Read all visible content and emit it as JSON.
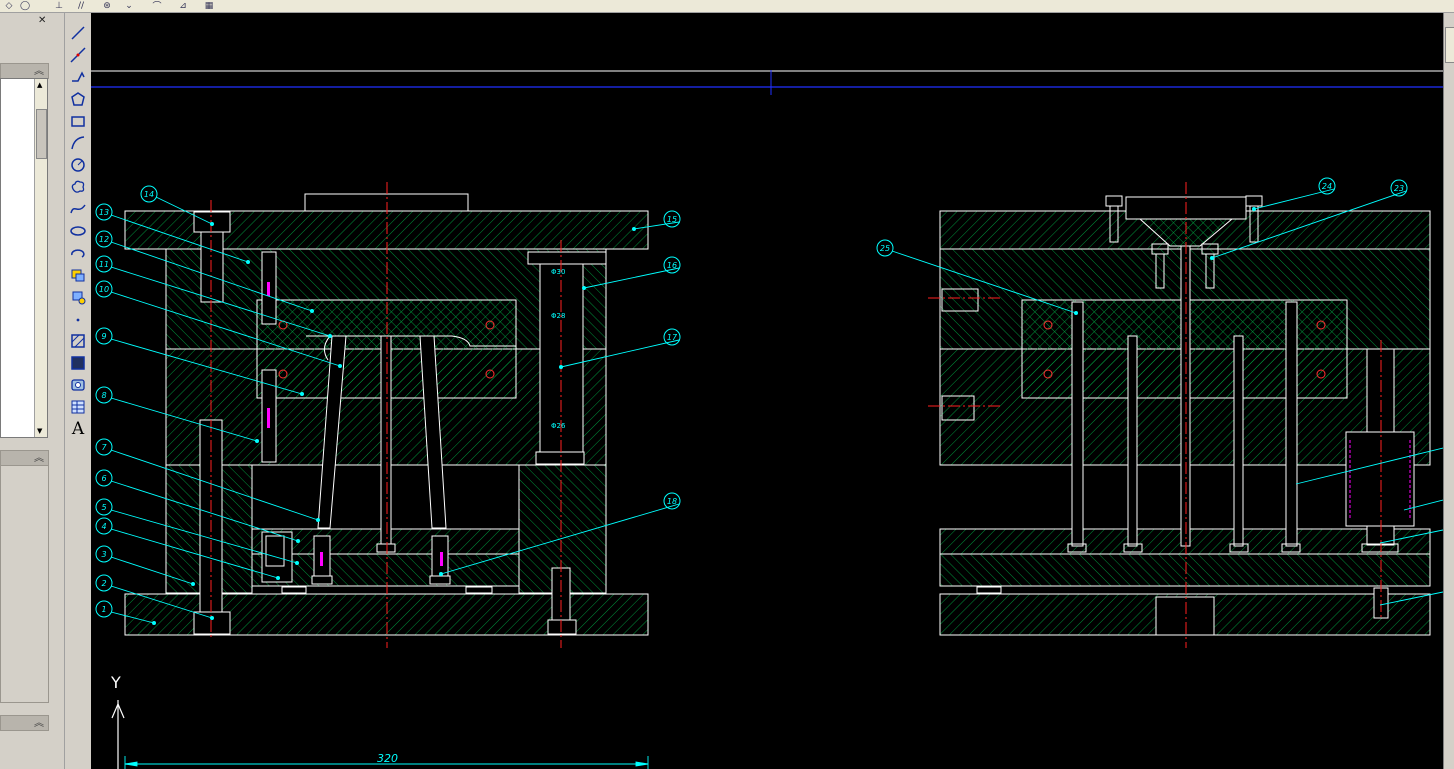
{
  "toolbar": {
    "icons": [
      "draw-order-icon",
      "undo-icon",
      "layer-icon",
      "match-icon",
      "snap-icon",
      "dropdown-icon",
      "trim-icon",
      "extend-icon",
      "properties-icon"
    ]
  },
  "left_panel": {
    "close_glyph": "✕",
    "panel_chevron": "︽"
  },
  "draw_tools": [
    "line-icon",
    "construction-line-icon",
    "polyline-icon",
    "polygon-icon",
    "rectangle-icon",
    "arc-icon",
    "circle-icon",
    "revision-cloud-icon",
    "spline-icon",
    "ellipse-icon",
    "ellipse-arc-icon",
    "insert-block-icon",
    "make-block-icon",
    "point-icon",
    "hatch-icon",
    "gradient-icon",
    "region-icon",
    "table-icon",
    "multiline-text-icon"
  ],
  "text_tool_glyph": "A",
  "drawing": {
    "colors": {
      "background": "#000000",
      "outline": "#ffffff",
      "hatch": "#00b050",
      "leader": "#00ffff",
      "center": "#ff2020",
      "blue_line": "#2030ff",
      "magenta": "#ff00ff"
    },
    "callouts_left": [
      "1",
      "2",
      "3",
      "4",
      "5",
      "6",
      "7",
      "8",
      "9",
      "10",
      "11",
      "12",
      "13",
      "14"
    ],
    "callouts_right_main": [
      "15",
      "16",
      "17",
      "18"
    ],
    "callouts_right_view": [
      "23",
      "24",
      "25"
    ],
    "dim_labels": [
      "Φ30",
      "Φ28",
      "Φ26"
    ],
    "dimension_value": "320",
    "ucs_axis_label": "Y"
  }
}
